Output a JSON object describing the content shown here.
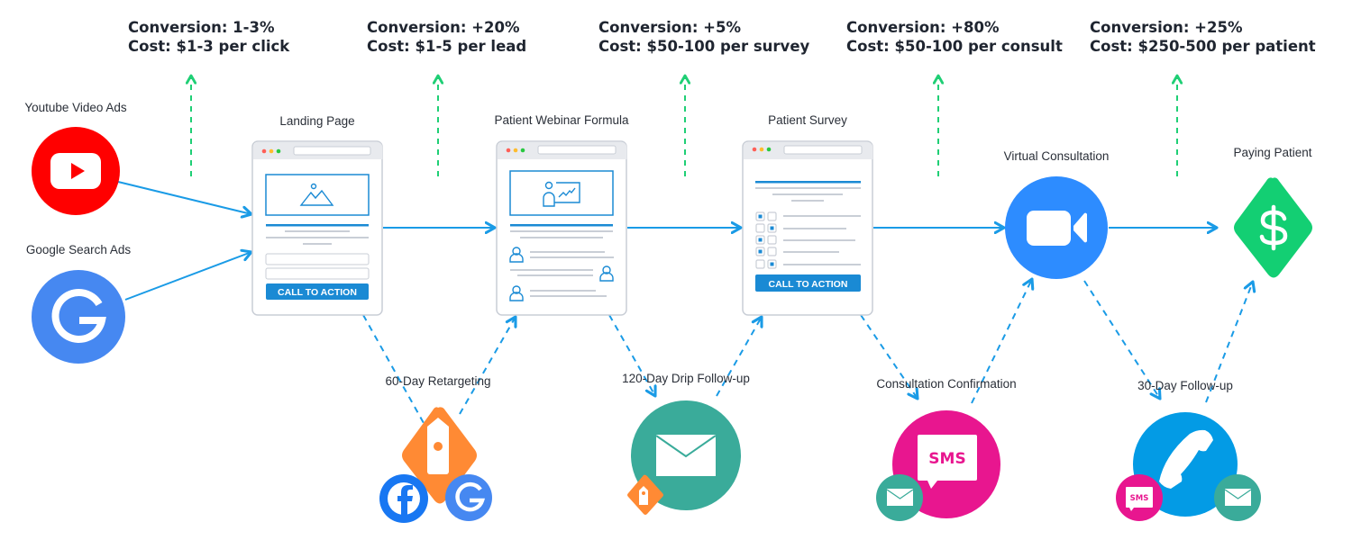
{
  "stats": [
    {
      "conversion": "Conversion: 1-3%",
      "cost": "Cost: $1-3 per click"
    },
    {
      "conversion": "Conversion: +20%",
      "cost": "Cost: $1-5 per lead"
    },
    {
      "conversion": "Conversion: +5%",
      "cost": "Cost: $50-100 per survey"
    },
    {
      "conversion": "Conversion: +80%",
      "cost": "Cost: $50-100 per consult"
    },
    {
      "conversion": "Conversion: +25%",
      "cost": "Cost: $250-500 per patient"
    }
  ],
  "sources": [
    {
      "label": "Youtube Video Ads",
      "icon": "youtube-icon",
      "color": "#ff0000"
    },
    {
      "label": "Google Search Ads",
      "icon": "google-icon",
      "color": "#4688f1"
    }
  ],
  "stages": [
    {
      "label": "Landing Page",
      "cta": "CALL TO ACTION"
    },
    {
      "label": "Patient Webinar Formula"
    },
    {
      "label": "Patient Survey",
      "cta": "CALL TO ACTION"
    },
    {
      "label": "Virtual Consultation",
      "icon": "video-camera-icon",
      "color": "#2d8cff"
    },
    {
      "label": "Paying Patient",
      "icon": "dollar-icon",
      "color": "#13cf73"
    }
  ],
  "followups": [
    {
      "label": "60-Day Retargeting",
      "icon": "tag-icon",
      "color": "#ff8a34"
    },
    {
      "label": "120-Day Drip Follow-up",
      "icon": "envelope-icon",
      "color": "#3aab9a"
    },
    {
      "label": "Consultation Confirmation",
      "icon": "sms-icon",
      "color": "#e8168f",
      "badge": "SMS"
    },
    {
      "label": "30-Day Follow-up",
      "icon": "phone-icon",
      "color": "#039be5",
      "badge": "SMS"
    }
  ],
  "colors": {
    "flow": "#1a9be6",
    "conversion_arrow": "#1fcf75",
    "window_border": "#c9ced6",
    "window_bar": "#e8eaee",
    "accent": "#1a8ad4",
    "facebook": "#1877f2",
    "text": "#1f2530"
  }
}
